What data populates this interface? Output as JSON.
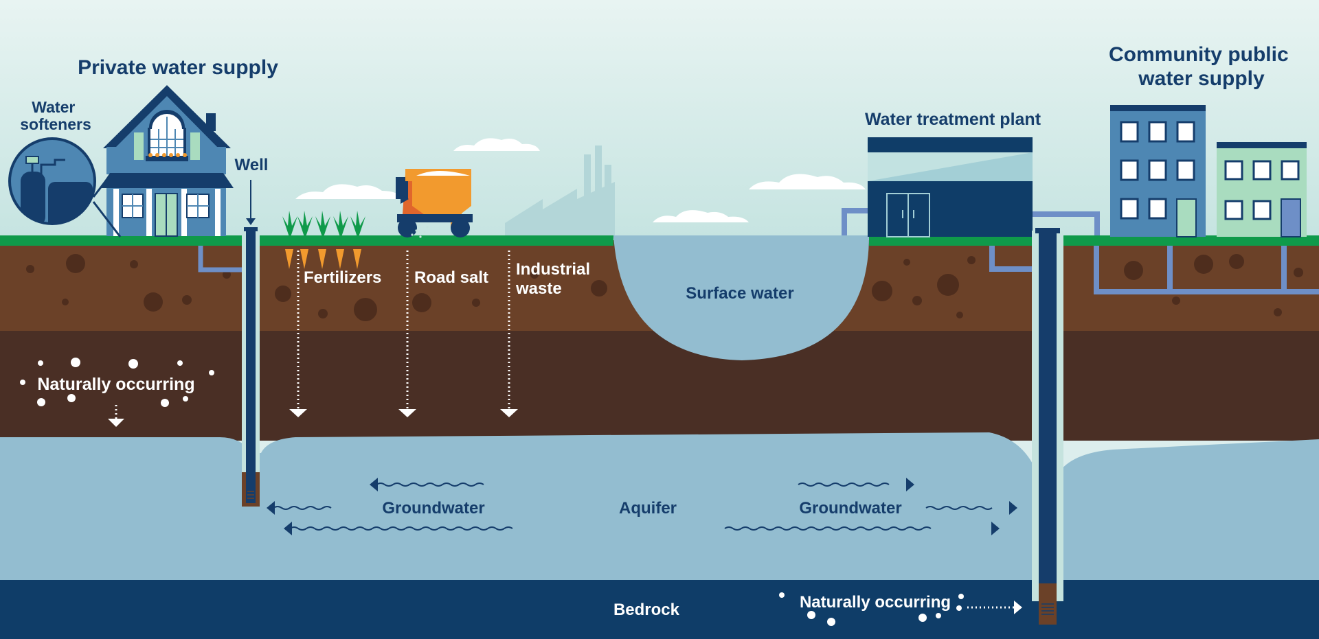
{
  "labels": {
    "private_supply": "Private water supply",
    "water_softeners": [
      "Water",
      "softeners"
    ],
    "well": "Well",
    "fertilizers": "Fertilizers",
    "road_salt": "Road salt",
    "industrial_waste": [
      "Industrial",
      "waste"
    ],
    "surface_water": "Surface water",
    "water_treatment_plant": "Water treatment plant",
    "community_supply": [
      "Community public",
      "water supply"
    ],
    "naturally_occurring_left": "Naturally occurring",
    "groundwater_left": "Groundwater",
    "aquifer": "Aquifer",
    "groundwater_right": "Groundwater",
    "bedrock": "Bedrock",
    "naturally_occurring_right": "Naturally occurring"
  },
  "colors": {
    "sky_top": "#e6f3f1",
    "sky_bottom": "#c9e5e2",
    "grass": "#0f9a4a",
    "topsoil": "#6b4128",
    "subsoil": "#4a2f25",
    "aquifer": "#93bdd0",
    "bedrock": "#0f3d68",
    "navy": "#153d6b",
    "pipe": "#6e8fc7",
    "orange": "#f29a2e"
  },
  "icons": [
    "house-icon",
    "water-softener-icon",
    "well-icon",
    "carrot-plants-icon",
    "salt-spreader-truck-icon",
    "factory-icon",
    "treatment-plant-icon",
    "apartment-building-icon",
    "cloud-icon"
  ]
}
